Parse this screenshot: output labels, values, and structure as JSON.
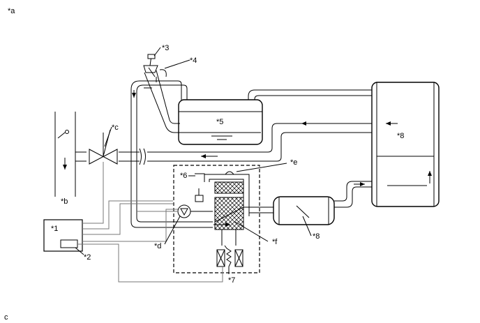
{
  "labels": {
    "corner_top": "*a",
    "corner_bottom": "c",
    "label_1": "*1",
    "label_2": "*2",
    "label_3": "*3",
    "label_4": "*4",
    "label_5": "*5",
    "label_6": "*6",
    "label_7": "*7",
    "label_8_top": "*8",
    "label_8_canister": "*8",
    "label_b": "*b",
    "label_c": "*c",
    "label_d": "*d",
    "label_e": "*e",
    "label_f": "*f"
  }
}
